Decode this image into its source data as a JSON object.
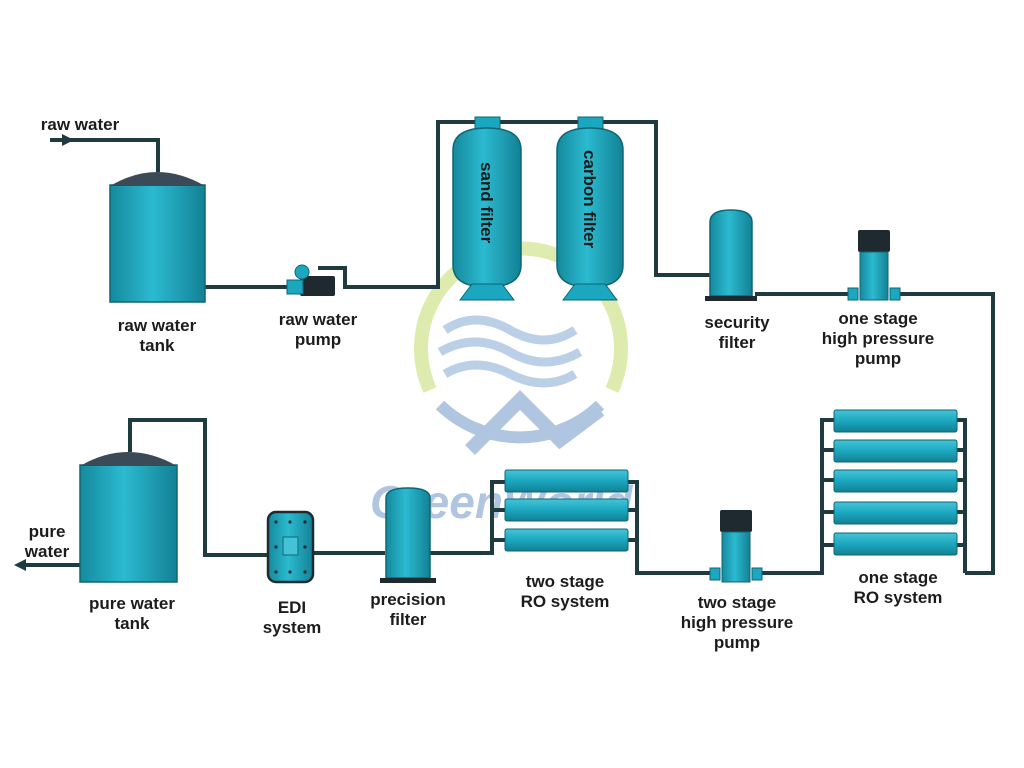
{
  "colors": {
    "vessel": "#1ba7c0",
    "vessel_dark": "#127a8c",
    "vessel_light": "#45c3d6",
    "pipe": "#1f3b40",
    "label": "#1c1c1c",
    "watermark_green": "#c8df7a",
    "watermark_blue": "#7b9fcd"
  },
  "inlet_label": "raw water",
  "outlet_label": [
    "pure",
    "water"
  ],
  "watermark": {
    "text": "GreenWorld",
    "icon": "greenworld-logo-icon"
  },
  "components": {
    "raw_water_tank": [
      "raw water",
      "tank"
    ],
    "raw_water_pump": [
      "raw water",
      "pump"
    ],
    "sand_filter": "sand filter",
    "carbon_filter": "carbon filter",
    "security_filter": [
      "security",
      "filter"
    ],
    "one_stage_hp_pump": [
      "one stage",
      "high pressure",
      "pump"
    ],
    "one_stage_ro": [
      "one stage",
      "RO system"
    ],
    "two_stage_hp_pump": [
      "two stage",
      "high pressure",
      "pump"
    ],
    "two_stage_ro": [
      "two stage",
      "RO system"
    ],
    "precision_filter": [
      "precision",
      "filter"
    ],
    "edi_system": [
      "EDI",
      "system"
    ],
    "pure_water_tank": [
      "pure water",
      "tank"
    ]
  }
}
